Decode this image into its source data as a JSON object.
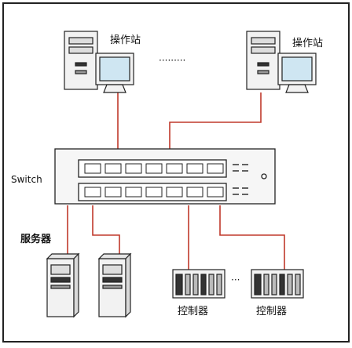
{
  "labels": {
    "operator_station": "操作站",
    "dots": "·········",
    "switch": "Switch",
    "server": "服务器",
    "controller": "控制器",
    "ellipsis": "···"
  },
  "colors": {
    "frame": "#222222",
    "link": "#c0392b",
    "device_fill": "#f2f2f2",
    "device_stroke": "#222222",
    "screen": "#cfe6f2"
  },
  "icons": {
    "workstation": "desktop-computer-icon",
    "switch": "network-switch-icon",
    "server": "server-tower-icon",
    "controller": "controller-rack-icon"
  }
}
